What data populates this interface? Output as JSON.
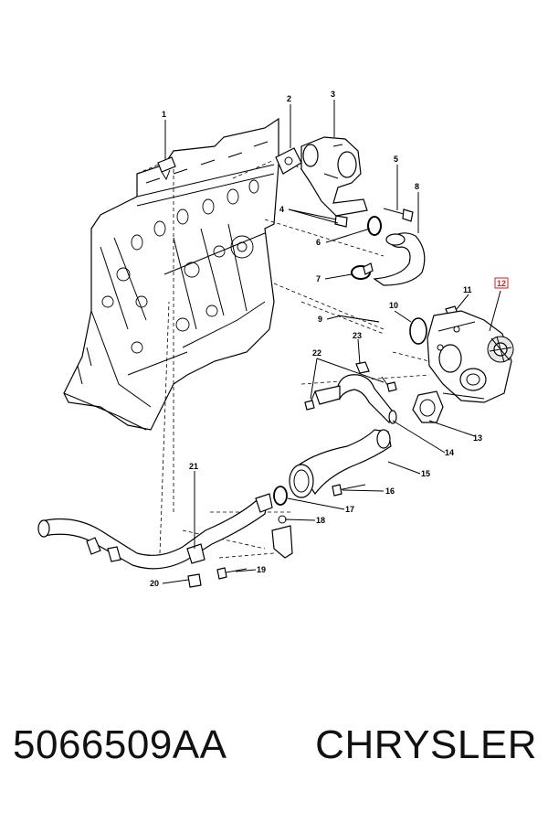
{
  "diagram": {
    "callouts": [
      {
        "id": "1",
        "label": "1"
      },
      {
        "id": "2",
        "label": "2"
      },
      {
        "id": "3",
        "label": "3"
      },
      {
        "id": "4",
        "label": "4"
      },
      {
        "id": "5",
        "label": "5"
      },
      {
        "id": "6",
        "label": "6"
      },
      {
        "id": "7",
        "label": "7"
      },
      {
        "id": "8",
        "label": "8"
      },
      {
        "id": "9",
        "label": "9"
      },
      {
        "id": "10",
        "label": "10"
      },
      {
        "id": "11",
        "label": "11"
      },
      {
        "id": "12",
        "label": "12",
        "highlighted": true
      },
      {
        "id": "13",
        "label": "13"
      },
      {
        "id": "14",
        "label": "14"
      },
      {
        "id": "15",
        "label": "15"
      },
      {
        "id": "16",
        "label": "16"
      },
      {
        "id": "17",
        "label": "17"
      },
      {
        "id": "18",
        "label": "18"
      },
      {
        "id": "19",
        "label": "19"
      },
      {
        "id": "20",
        "label": "20"
      },
      {
        "id": "21",
        "label": "21"
      },
      {
        "id": "22",
        "label": "22"
      },
      {
        "id": "23",
        "label": "23"
      }
    ],
    "highlight_color": "#cc2222"
  },
  "footer": {
    "part_number": "5066509AA",
    "brand": "CHRYSLER"
  }
}
